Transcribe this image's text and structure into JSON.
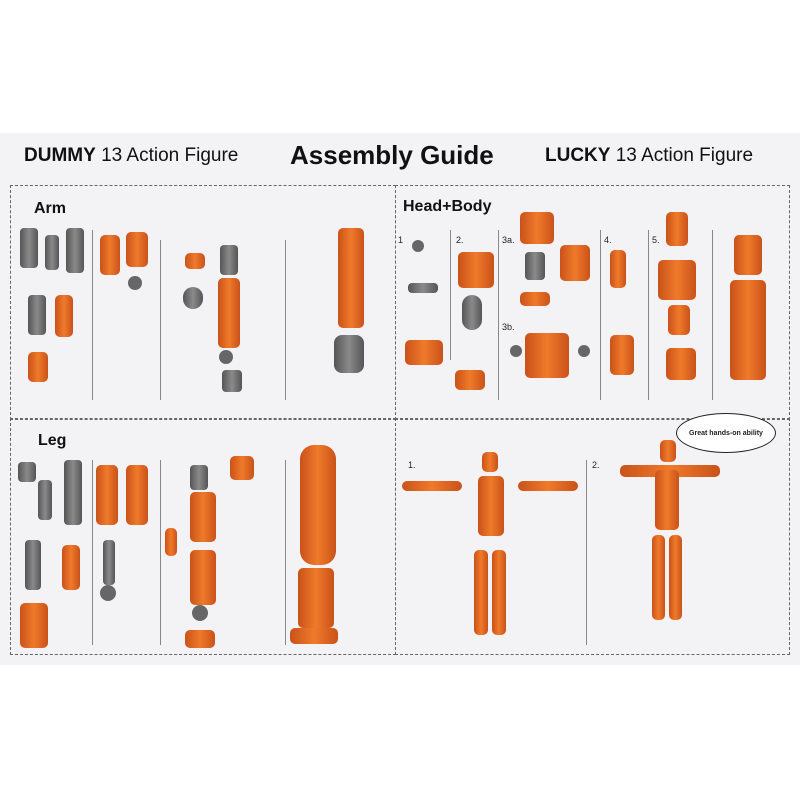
{
  "header": {
    "left_brand": "DUMMY",
    "left_suffix": "13 Action Figure",
    "title": "Assembly Guide",
    "right_brand": "LUCKY",
    "right_suffix": "13 Action Figure"
  },
  "panels": {
    "arm": {
      "label": "Arm"
    },
    "head_body": {
      "label": "Head+Body",
      "steps": [
        "1",
        "2.",
        "3a.",
        "4.",
        "5.",
        "3b."
      ]
    },
    "leg": {
      "label": "Leg"
    },
    "pose": {
      "steps": [
        "1.",
        "2."
      ],
      "speech_bubble": "Great hands-on ability"
    }
  },
  "colors": {
    "part_orange": "#e8702a",
    "part_grey": "#707070",
    "sheet": "#f3f3f6"
  }
}
